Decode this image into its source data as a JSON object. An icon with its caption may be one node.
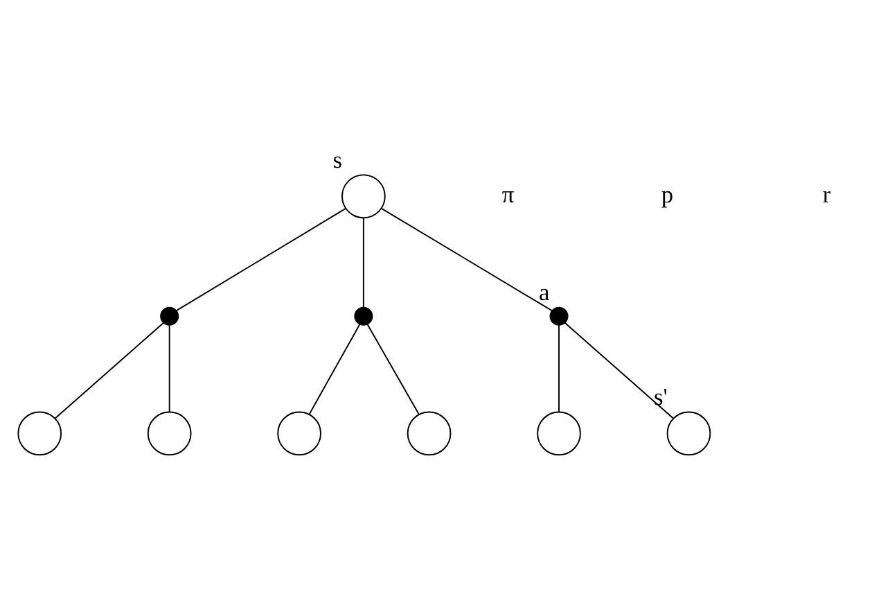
{
  "diagram": {
    "nodes": [
      {
        "text": [],
        "shape": "circle",
        "beside": [
          "s"
        ]
      },
      {
        "text": [],
        "shape": "circle"
      },
      {
        "text": [],
        "shape": "circle"
      },
      {
        "text": [],
        "shape": "circle",
        "beside": [
          "a"
        ]
      },
      {
        "text": [],
        "shape": "circle"
      },
      {
        "text": [],
        "shape": "circle"
      },
      {
        "text": [],
        "shape": "circle"
      },
      {
        "text": [],
        "shape": "circle"
      },
      {
        "text": [],
        "shape": "circle"
      },
      {
        "text": [],
        "shape": "circle",
        "beside": [
          "s'"
        ]
      }
    ],
    "edges": [
      {
        "from": 0,
        "to": 1,
        "arrow": "none"
      },
      {
        "from": 0,
        "to": 2,
        "arrow": "none"
      },
      {
        "from": 0,
        "to": 3,
        "arrow": "none"
      },
      {
        "from": 1,
        "to": 4,
        "arrow": "none"
      },
      {
        "from": 1,
        "to": 5,
        "arrow": "none"
      },
      {
        "from": 2,
        "to": 6,
        "arrow": "none"
      },
      {
        "from": 2,
        "to": 7,
        "arrow": "none"
      },
      {
        "from": 3,
        "to": 8,
        "arrow": "none"
      },
      {
        "from": 3,
        "to": 9,
        "arrow": "none"
      }
    ],
    "labels": [
      "π",
      "p",
      "r"
    ]
  }
}
